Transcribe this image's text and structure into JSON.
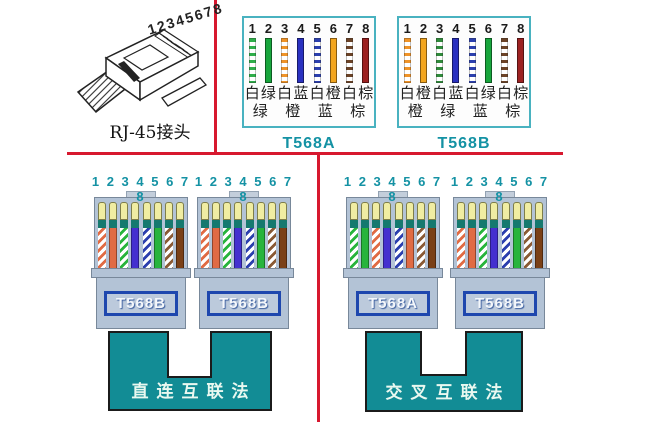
{
  "rj45": {
    "pins_label": "12345678",
    "caption": "RJ-45接头"
  },
  "standards": [
    {
      "name": "T568A",
      "numbers": [
        "1",
        "2",
        "3",
        "4",
        "5",
        "6",
        "7",
        "8"
      ],
      "wires": [
        {
          "type": "striped",
          "hex": "#2fae4a"
        },
        {
          "type": "solid",
          "hex": "#17a53c"
        },
        {
          "type": "striped",
          "hex": "#ef9327"
        },
        {
          "type": "solid",
          "hex": "#2a31c0"
        },
        {
          "type": "striped",
          "hex": "#2b3fae"
        },
        {
          "type": "solid",
          "hex": "#f2a51f"
        },
        {
          "type": "striped",
          "hex": "#6b4226"
        },
        {
          "type": "solid",
          "hex": "#9c2121"
        }
      ],
      "row1": [
        "白",
        "绿",
        "白",
        "蓝",
        "白",
        "橙",
        "白",
        "棕"
      ],
      "row2": [
        "绿",
        "橙",
        "蓝",
        "棕"
      ]
    },
    {
      "name": "T568B",
      "numbers": [
        "1",
        "2",
        "3",
        "4",
        "5",
        "6",
        "7",
        "8"
      ],
      "wires": [
        {
          "type": "striped",
          "hex": "#ef9327"
        },
        {
          "type": "solid",
          "hex": "#f2a51f"
        },
        {
          "type": "striped",
          "hex": "#2f8a3a"
        },
        {
          "type": "solid",
          "hex": "#2a31c0"
        },
        {
          "type": "striped",
          "hex": "#2b3fae"
        },
        {
          "type": "solid",
          "hex": "#17a53c"
        },
        {
          "type": "striped",
          "hex": "#6b4226"
        },
        {
          "type": "solid",
          "hex": "#9c2121"
        }
      ],
      "row1": [
        "白",
        "橙",
        "白",
        "蓝",
        "白",
        "绿",
        "白",
        "棕"
      ],
      "row2": [
        "橙",
        "绿",
        "蓝",
        "棕"
      ]
    }
  ],
  "shared": {
    "pin_row": "1 2 3 4 5 6 7 8"
  },
  "wire_sets": {
    "t568a": [
      {
        "type": "striped",
        "hex": "#28b43c"
      },
      {
        "type": "solid",
        "hex": "#28b43c"
      },
      {
        "type": "striped",
        "hex": "#e06b44"
      },
      {
        "type": "solid",
        "hex": "#4430cf"
      },
      {
        "type": "striped",
        "hex": "#2b3fae"
      },
      {
        "type": "solid",
        "hex": "#e06b44"
      },
      {
        "type": "striped",
        "hex": "#8a5a35"
      },
      {
        "type": "solid",
        "hex": "#7a4017"
      }
    ],
    "t568b": [
      {
        "type": "striped",
        "hex": "#e06b44"
      },
      {
        "type": "solid",
        "hex": "#e06b44"
      },
      {
        "type": "striped",
        "hex": "#28b43c"
      },
      {
        "type": "solid",
        "hex": "#4430cf"
      },
      {
        "type": "striped",
        "hex": "#2b3fae"
      },
      {
        "type": "solid",
        "hex": "#28b43c"
      },
      {
        "type": "striped",
        "hex": "#8a5a35"
      },
      {
        "type": "solid",
        "hex": "#7a4017"
      }
    ]
  },
  "connector_units": [
    {
      "label": "T568B",
      "wire_set": "t568b"
    },
    {
      "label": "T568B",
      "wire_set": "t568b"
    },
    {
      "label": "T568A",
      "wire_set": "t568a"
    },
    {
      "label": "T568B",
      "wire_set": "t568b"
    }
  ],
  "interconnect_methods": [
    {
      "label": "直连互联法"
    },
    {
      "label": "交叉互联法"
    }
  ],
  "colors": {
    "red_divider": "#d7182f",
    "teal_accent": "#1492a4",
    "cable_teal": "#128c95",
    "connector_body": "#b3c3d6",
    "label_border_blue": "#1e47ae",
    "box_border_teal": "#49b2c0",
    "pin_yellow": "#f0eda2"
  }
}
